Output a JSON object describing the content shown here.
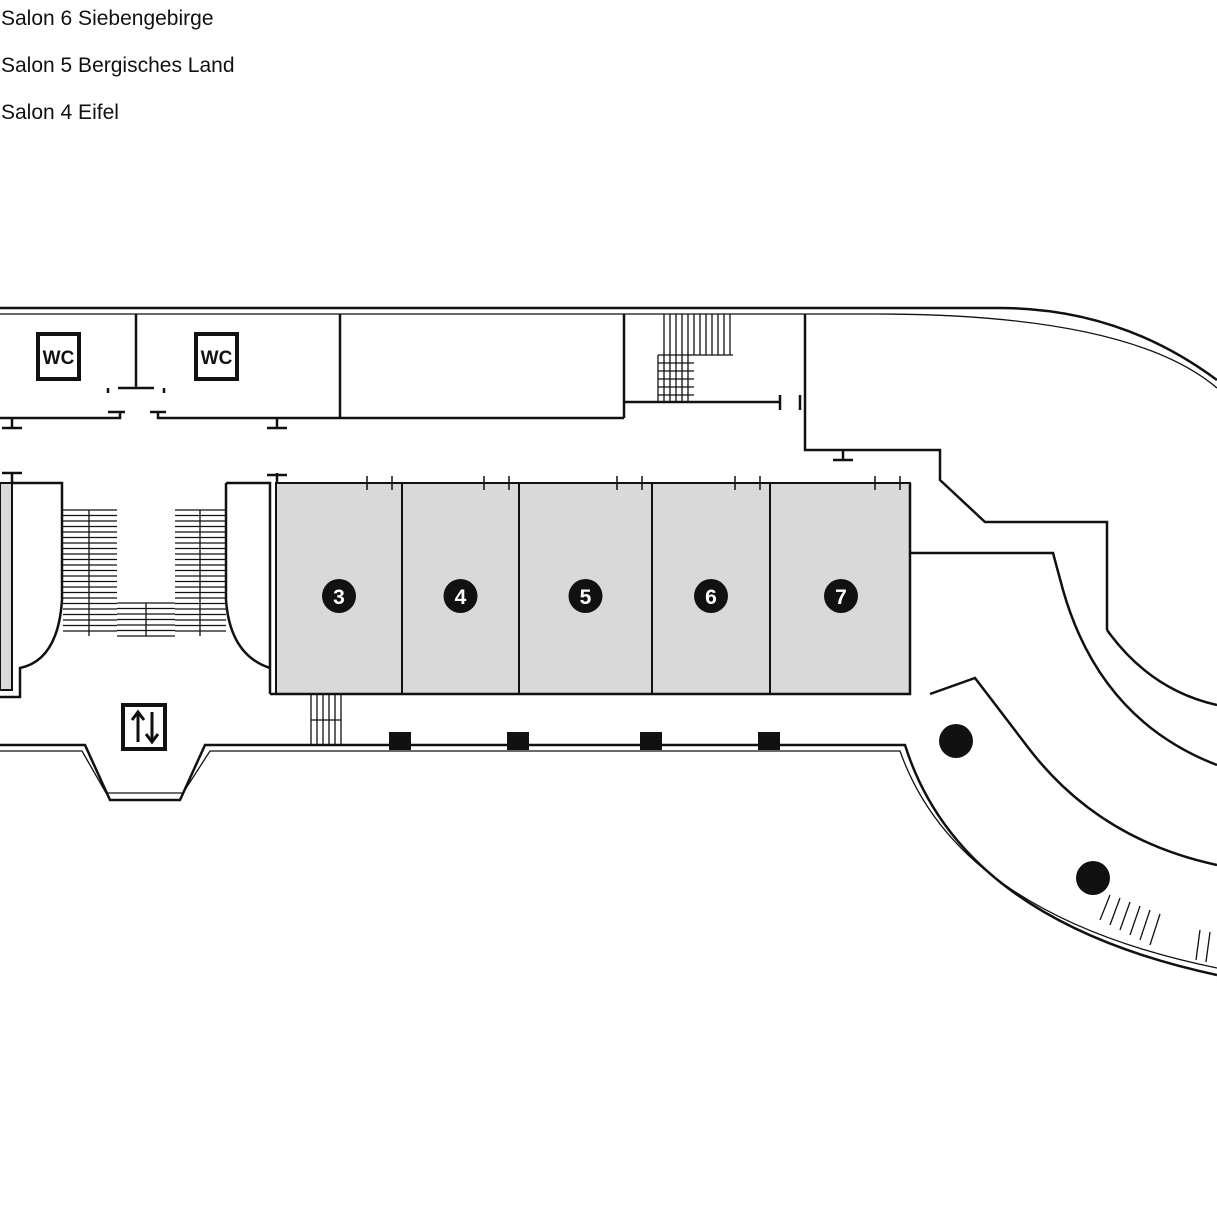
{
  "legend": {
    "items": [
      "Salon 6 Siebengebirge",
      "Salon 5 Bergisches Land",
      "Salon 4 Eifel"
    ]
  },
  "plan": {
    "room_fill": "#d9d9d9",
    "wall_color": "#111111",
    "rooms": [
      {
        "number": "3"
      },
      {
        "number": "4"
      },
      {
        "number": "5"
      },
      {
        "number": "6"
      },
      {
        "number": "7"
      }
    ],
    "wc_labels": [
      "WC",
      "WC"
    ],
    "icons": [
      "elevator-icon"
    ]
  }
}
